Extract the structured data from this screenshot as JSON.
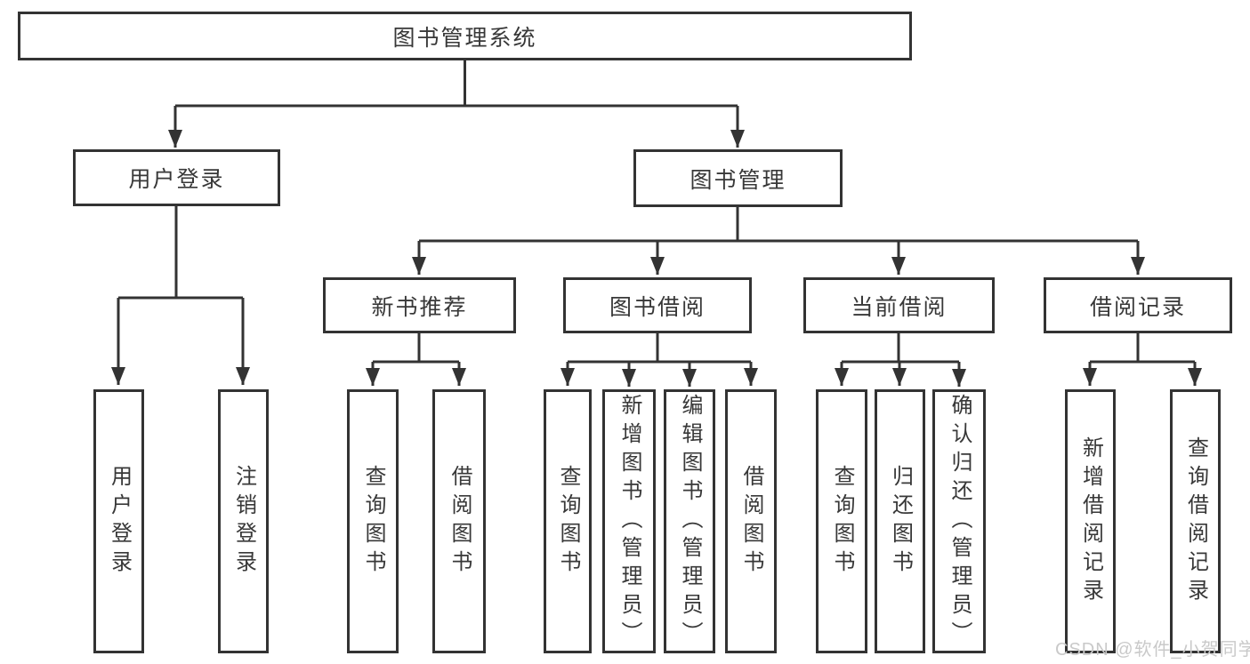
{
  "diagram": {
    "title": "图书管理系统",
    "type": "hierarchy-functional-structure",
    "colors": {
      "line": "#333333",
      "box_border": "#333333",
      "box_background": "#ffffff",
      "text": "#383838",
      "watermark_text": "#c9c9c9"
    },
    "watermark": "CSDN @软件_小贺同学",
    "tree": {
      "label": "图书管理系统",
      "children": [
        {
          "label": "用户登录",
          "children": [
            {
              "label": "用户登录"
            },
            {
              "label": "注销登录"
            }
          ]
        },
        {
          "label": "图书管理",
          "children": [
            {
              "label": "新书推荐",
              "children": [
                {
                  "label": "查询图书"
                },
                {
                  "label": "借阅图书"
                }
              ]
            },
            {
              "label": "图书借阅",
              "children": [
                {
                  "label": "查询图书"
                },
                {
                  "label": "新增图书（管理员）"
                },
                {
                  "label": "编辑图书（管理员）"
                },
                {
                  "label": "借阅图书"
                }
              ]
            },
            {
              "label": "当前借阅",
              "children": [
                {
                  "label": "查询图书"
                },
                {
                  "label": "归还图书"
                },
                {
                  "label": "确认归还（管理员）"
                }
              ]
            },
            {
              "label": "借阅记录",
              "children": [
                {
                  "label": "新增借阅记录"
                },
                {
                  "label": "查询借阅记录"
                }
              ]
            }
          ]
        }
      ]
    }
  }
}
